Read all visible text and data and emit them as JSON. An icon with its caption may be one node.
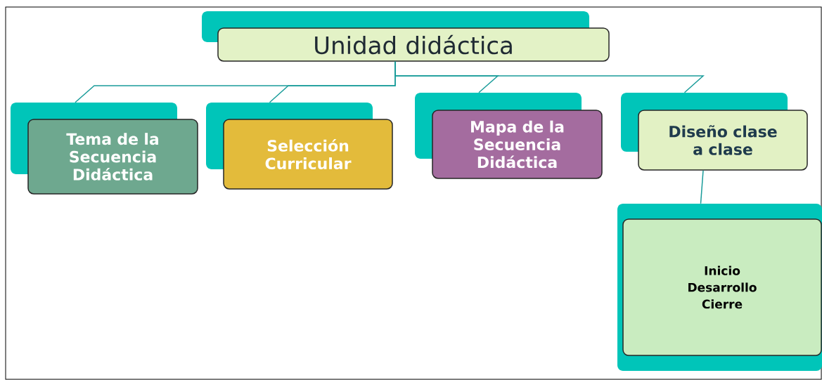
{
  "diagram": {
    "nodes": [
      {
        "text": [
          "Unidad didáctica"
        ]
      },
      {
        "text": [
          "Tema de la Secuencia Didáctica"
        ]
      },
      {
        "text": [
          "Selección Curricular"
        ]
      },
      {
        "text": [
          "Mapa de la Secuencia Didáctica"
        ]
      },
      {
        "text": [
          "Diseño clase a clase"
        ]
      },
      {
        "text": [
          "Inicio",
          "Desarrollo",
          "Cierre"
        ]
      }
    ],
    "edges": [
      {
        "from": 0,
        "to": 1,
        "arrow": "none"
      },
      {
        "from": 0,
        "to": 2,
        "arrow": "none"
      },
      {
        "from": 0,
        "to": 3,
        "arrow": "none"
      },
      {
        "from": 0,
        "to": 4,
        "arrow": "none"
      },
      {
        "from": 4,
        "to": 5,
        "arrow": "none"
      }
    ]
  }
}
